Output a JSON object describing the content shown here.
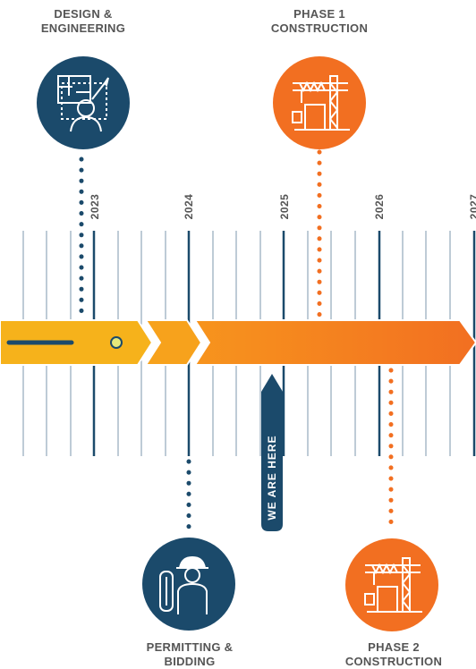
{
  "colors": {
    "navy": "#1b4a6b",
    "orange": "#f26f21",
    "orange_light": "#f7941d",
    "yellow": "#f6b21b",
    "grid": "#4b6e8b",
    "text": "#555555",
    "marker": "#e5e87a"
  },
  "phases": {
    "design": {
      "line1": "DESIGN &",
      "line2": "ENGINEERING",
      "icon": "architect-blueprint-icon"
    },
    "phase1": {
      "line1": "PHASE 1",
      "line2": "CONSTRUCTION",
      "icon": "construction-crane-icon"
    },
    "permitting": {
      "line1": "PERMITTING &",
      "line2": "BIDDING",
      "icon": "engineer-with-plans-icon"
    },
    "phase2": {
      "line1": "PHASE 2",
      "line2": "CONSTRUCTION",
      "icon": "construction-crane-icon"
    }
  },
  "years": [
    "2023",
    "2024",
    "2025",
    "2026",
    "2027"
  ],
  "we_are_here": "WE ARE HERE"
}
